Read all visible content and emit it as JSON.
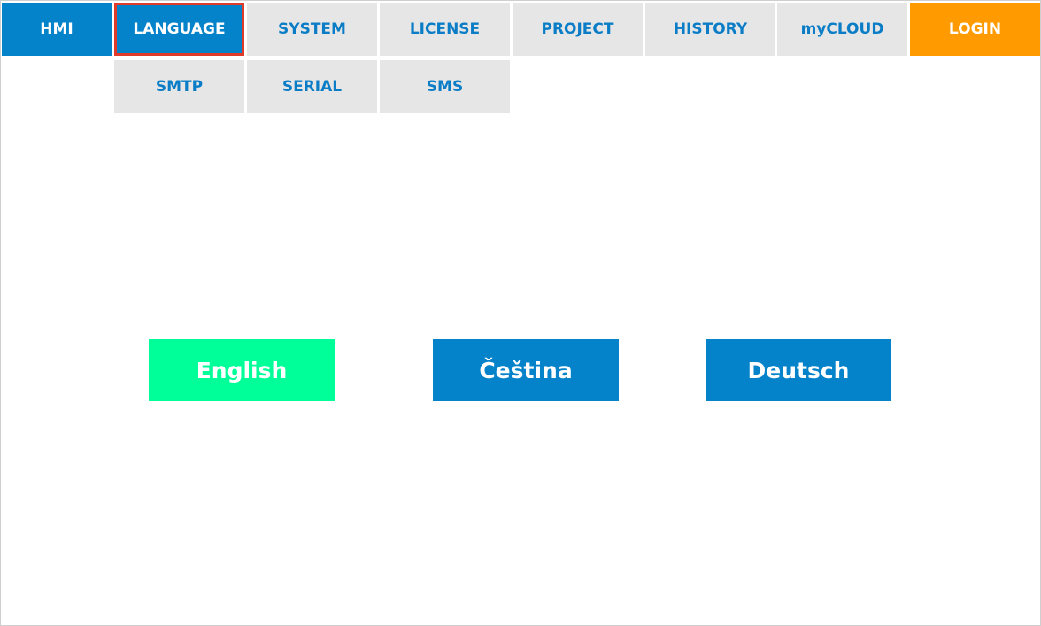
{
  "nav": {
    "top": [
      {
        "label": "HMI",
        "name": "tab-hmi"
      },
      {
        "label": "LANGUAGE",
        "name": "tab-language"
      },
      {
        "label": "SYSTEM",
        "name": "tab-system"
      },
      {
        "label": "LICENSE",
        "name": "tab-license"
      },
      {
        "label": "PROJECT",
        "name": "tab-project"
      },
      {
        "label": "HISTORY",
        "name": "tab-history"
      },
      {
        "label": "myCLOUD",
        "name": "tab-mycloud"
      },
      {
        "label": "LOGIN",
        "name": "tab-login"
      }
    ],
    "sub": [
      {
        "label": "SMTP",
        "name": "tab-smtp"
      },
      {
        "label": "SERIAL",
        "name": "tab-serial"
      },
      {
        "label": "SMS",
        "name": "tab-sms"
      }
    ],
    "selected": "LANGUAGE"
  },
  "languages": [
    {
      "label": "English",
      "active": true
    },
    {
      "label": "Čeština",
      "active": false
    },
    {
      "label": "Deutsch",
      "active": false
    }
  ],
  "colors": {
    "accent_blue": "#0483ca",
    "tab_bg": "#e6e6e6",
    "tab_text": "#0b7dc7",
    "login_orange": "#ff9b00",
    "active_language": "#00ff99",
    "selection_outline": "#e03a2a"
  }
}
